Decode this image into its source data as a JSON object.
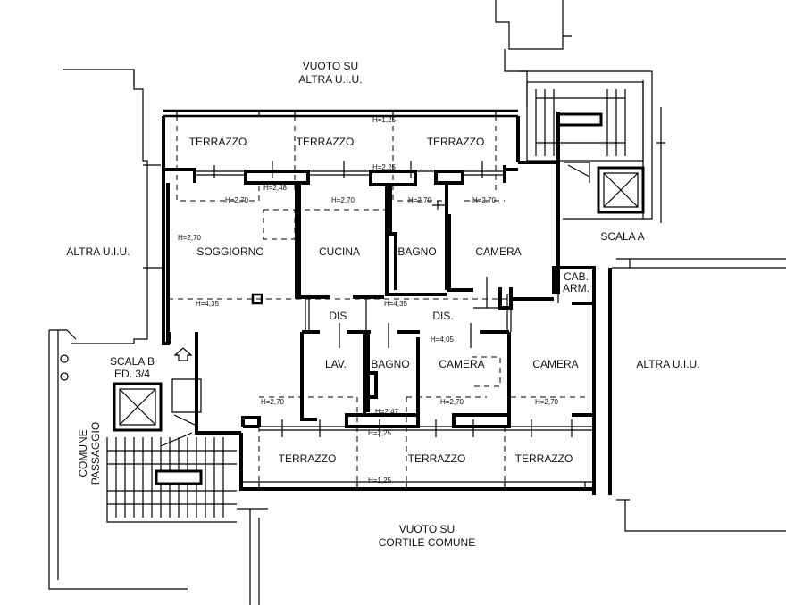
{
  "plan": {
    "surroundings": {
      "top_void": [
        "VUOTO SU",
        "ALTRA U.I.U."
      ],
      "bottom_void": [
        "VUOTO SU",
        "CORTILE COMUNE"
      ],
      "left_unit": "ALTRA U.I.U.",
      "right_unit": "ALTRA U.I.U.",
      "stair_a": "SCALA A",
      "stair_b": [
        "SCALA B",
        "ED. 3/4"
      ],
      "passage": [
        "COMUNE",
        "PASSAGGIO"
      ]
    },
    "rooms": {
      "terrace_top_1": "TERRAZZO",
      "terrace_top_2": "TERRAZZO",
      "terrace_top_3": "TERRAZZO",
      "living": "SOGGIORNO",
      "kitchen": "CUCINA",
      "bath_1": "BAGNO",
      "bedroom_1": "CAMERA",
      "closet": [
        "CAB.",
        "ARM."
      ],
      "hall_1": "DIS.",
      "hall_2": "DIS.",
      "laundry": "LAV.",
      "bath_2": "BAGNO",
      "bedroom_2": "CAMERA",
      "bedroom_3": "CAMERA",
      "terrace_bot_1": "TERRAZZO",
      "terrace_bot_2": "TERRAZZO",
      "terrace_bot_3": "TERRAZZO"
    },
    "heights": {
      "top_rail": "H=1,25",
      "top_window": "H=2,25",
      "living_beam": "H=2,48",
      "living_1": "H=2,70",
      "living_2": "H=2,70",
      "kitchen": "H=2,70",
      "bath_1": "H=2,70",
      "bedroom_1": "H=2,70",
      "living_main": "H=4,35",
      "hall": "H=4,35",
      "hall_2": "H=4,05",
      "laundry": "H=2,70",
      "bath_2": "H=2,47",
      "bedroom_2": "H=2,70",
      "bedroom_3": "H=2,70",
      "bottom_window": "H=2,25",
      "bottom_rail": "H=1,25"
    }
  }
}
